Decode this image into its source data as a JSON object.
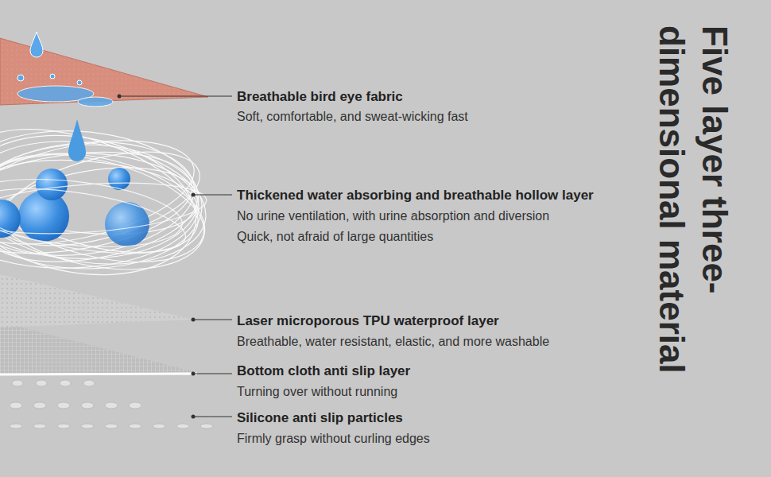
{
  "diagram": {
    "title": "Five layer three- dimensional material",
    "labels": [
      "Breathable bird eye fabric",
      "Soft, comfortable, and sweat-wicking fast",
      "Thickened water absorbing and breathable hollow layer",
      "No urine ventilation, with urine absorption and diversion",
      "Quick, not afraid of large quantities",
      "Laser microporous TPU waterproof layer",
      "Breathable, water resistant, elastic, and more washable",
      "Bottom cloth anti slip layer",
      "Turning over without running",
      "Silicone anti slip particles",
      "Firmly grasp without curling edges"
    ]
  }
}
